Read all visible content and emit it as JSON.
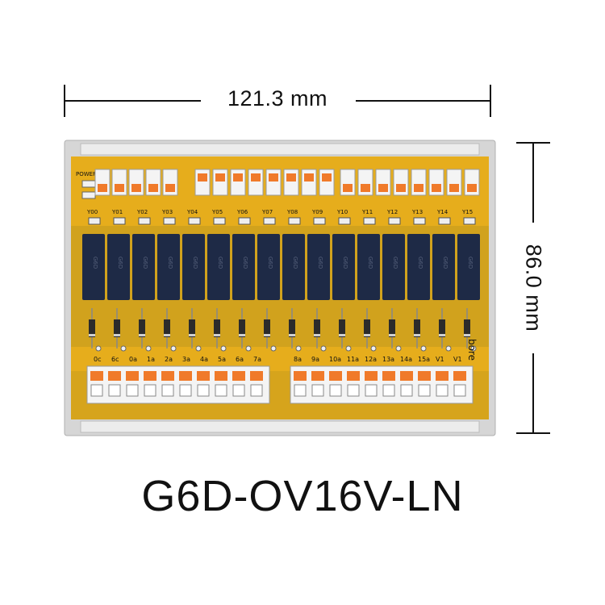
{
  "dimensions": {
    "width_label": "121.3 mm",
    "height_label": "86.0 mm"
  },
  "board": {
    "power_label": "POWER",
    "input_labels": [
      "Y00",
      "Y01",
      "Y02",
      "Y03",
      "Y04",
      "Y05",
      "Y06",
      "Y07",
      "Y08",
      "Y09",
      "Y10",
      "Y11",
      "Y12",
      "Y13",
      "Y14",
      "Y15"
    ],
    "output_labels_left": [
      "0c",
      "6c",
      "0a",
      "1a",
      "2a",
      "3a",
      "4a",
      "5a",
      "6a",
      "7a"
    ],
    "output_labels_right": [
      "8a",
      "9a",
      "10a",
      "11a",
      "12a",
      "13a",
      "14a",
      "15a",
      "V1",
      "V1"
    ],
    "brand_text": "bore",
    "relay_marking": "G6D"
  },
  "product": {
    "model": "G6D-OV16V-LN"
  },
  "colors": {
    "pcb": "#e6ad1c",
    "pcb_shade": "#b8951e",
    "relay": "#1e2a46",
    "terminal_orange": "#f07a2a",
    "rail": "#d5d5d5",
    "text": "#111111"
  }
}
